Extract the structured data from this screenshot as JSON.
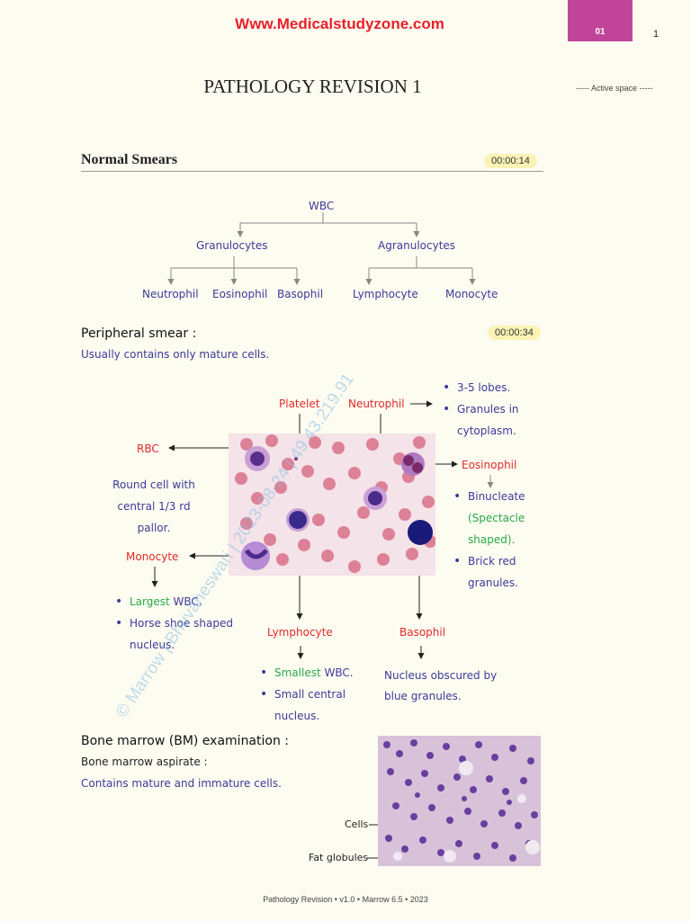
{
  "header": {
    "site": "Www.Medicalstudyzone.com",
    "page_box": "01",
    "page_number": "1",
    "title": "PATHOLOGY REVISION 1",
    "active_space": "----- Active space -----"
  },
  "section_normal": {
    "heading": "Normal Smears",
    "timestamp": "00:00:14"
  },
  "tree": {
    "root": "WBC",
    "granulocytes": "Granulocytes",
    "agranulocytes": "Agranulocytes",
    "neutrophil": "Neutrophil",
    "eosinophil": "Eosinophil",
    "basophil": "Basophil",
    "lymphocyte": "Lymphocyte",
    "monocyte": "Monocyte"
  },
  "peripheral": {
    "heading": "Peripheral smear :",
    "timestamp": "00:00:34",
    "subtext": "Usually contains only mature cells."
  },
  "smear_labels": {
    "platelet": "Platelet",
    "neutrophil": "Neutrophil",
    "rbc": "RBC",
    "rbc_desc": [
      "Round cell with",
      "central 1/3 rd",
      "pallor."
    ],
    "eosinophil": "Eosinophil",
    "monocyte": "Monocyte",
    "lymphocyte": "Lymphocyte",
    "basophil": "Basophil"
  },
  "neutrophil_points": [
    "3-5 lobes.",
    "Granules in",
    "cytoplasm."
  ],
  "eosinophil_points": {
    "p1": "Binucleate",
    "p1_green": [
      "(Spectacle",
      "shaped)."
    ],
    "p2": [
      "Brick red",
      "granules."
    ]
  },
  "monocyte_points": {
    "p1_green": "Largest",
    "p1_rest": " WBC.",
    "p2": [
      "Horse shoe shaped",
      "nucleus."
    ]
  },
  "lymphocyte_points": {
    "p1_green": "Smallest",
    "p1_rest": " WBC.",
    "p2": [
      "Small central",
      "nucleus."
    ]
  },
  "basophil_desc": [
    "Nucleus obscured by",
    "blue granules."
  ],
  "bone_marrow": {
    "heading": "Bone marrow (BM) examination :",
    "line1": "Bone marrow aspirate :",
    "line2": "Contains mature and immature cells.",
    "label_cells": "Cells",
    "label_fat": "Fat globules"
  },
  "watermark": "© Marrow | Bhuvaneswari | 2023-08-24 | 49.43.219.91",
  "footer": "Pathology Revision • v1.0 • Marrow 6.5 • 2023",
  "colors": {
    "brand_red": "#e8202a",
    "page_box": "#c0449a",
    "ink_blue": "#3b3b9a",
    "label_red": "#e02a2a",
    "green": "#2aa84a",
    "timestamp_bg": "#faf3b5"
  }
}
